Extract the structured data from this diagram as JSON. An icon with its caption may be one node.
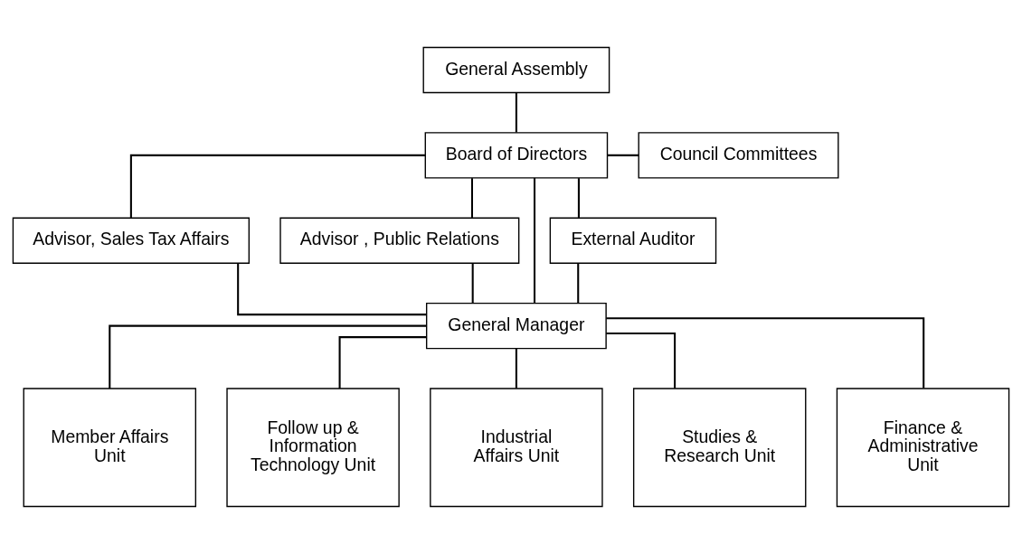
{
  "diagram": {
    "nodes": [
      {
        "text": [
          "General Assembly"
        ]
      },
      {
        "text": [
          "Advisor, Sales Tax Affairs"
        ]
      },
      {
        "text": [
          "Board of Directors"
        ]
      },
      {
        "text": [
          "Council Committees"
        ]
      },
      {
        "text": [
          "Advisor , Public Relations"
        ]
      },
      {
        "text": [
          "External Auditor"
        ]
      },
      {
        "text": [
          "General Manager"
        ]
      },
      {
        "text": [
          "Member Affairs Unit"
        ]
      },
      {
        "text": [
          "Follow up & Information Technology Unit"
        ]
      },
      {
        "text": [
          "Industrial Affairs Unit"
        ]
      },
      {
        "text": [
          "Studies & Research Unit"
        ]
      },
      {
        "text": [
          "Finance & Administrative Unit"
        ]
      }
    ],
    "edges": [
      {
        "from": 0,
        "to": 2,
        "arrow": "none"
      },
      {
        "from": 2,
        "to": 1,
        "arrow": "none"
      },
      {
        "from": 2,
        "to": 4,
        "arrow": "none"
      },
      {
        "from": 2,
        "to": 5,
        "arrow": "none"
      },
      {
        "from": 2,
        "to": 3,
        "arrow": "none"
      },
      {
        "from": 2,
        "to": 6,
        "arrow": "none"
      },
      {
        "from": 1,
        "to": 6,
        "arrow": "none"
      },
      {
        "from": 4,
        "to": 6,
        "arrow": "none"
      },
      {
        "from": 5,
        "to": 6,
        "arrow": "none"
      },
      {
        "from": 6,
        "to": 7,
        "arrow": "none"
      },
      {
        "from": 6,
        "to": 8,
        "arrow": "none"
      },
      {
        "from": 6,
        "to": 9,
        "arrow": "none"
      },
      {
        "from": 6,
        "to": 10,
        "arrow": "none"
      },
      {
        "from": 6,
        "to": 11,
        "arrow": "none"
      }
    ]
  }
}
